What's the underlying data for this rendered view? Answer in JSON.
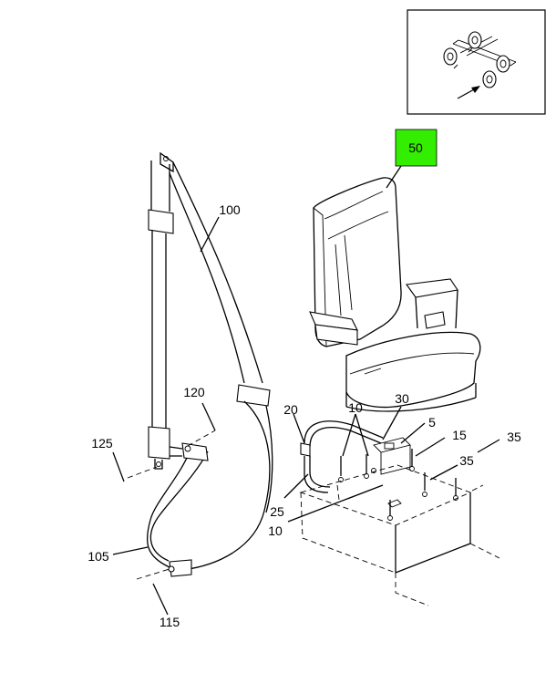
{
  "callouts": [
    {
      "id": "50",
      "text": "50",
      "highlighted": true
    },
    {
      "id": "100",
      "text": "100"
    },
    {
      "id": "120",
      "text": "120"
    },
    {
      "id": "125",
      "text": "125"
    },
    {
      "id": "105",
      "text": "105"
    },
    {
      "id": "115",
      "text": "115"
    },
    {
      "id": "20",
      "text": "20"
    },
    {
      "id": "10a",
      "text": "10"
    },
    {
      "id": "30",
      "text": "30"
    },
    {
      "id": "5",
      "text": "5"
    },
    {
      "id": "15",
      "text": "15"
    },
    {
      "id": "35a",
      "text": "35"
    },
    {
      "id": "35b",
      "text": "35"
    },
    {
      "id": "25",
      "text": "25"
    },
    {
      "id": "10b",
      "text": "10"
    }
  ],
  "colors": {
    "highlight": "#33ee00",
    "line": "#000000",
    "background": "#ffffff"
  },
  "inset": {
    "icon": "vehicle-chassis-locator-icon"
  }
}
